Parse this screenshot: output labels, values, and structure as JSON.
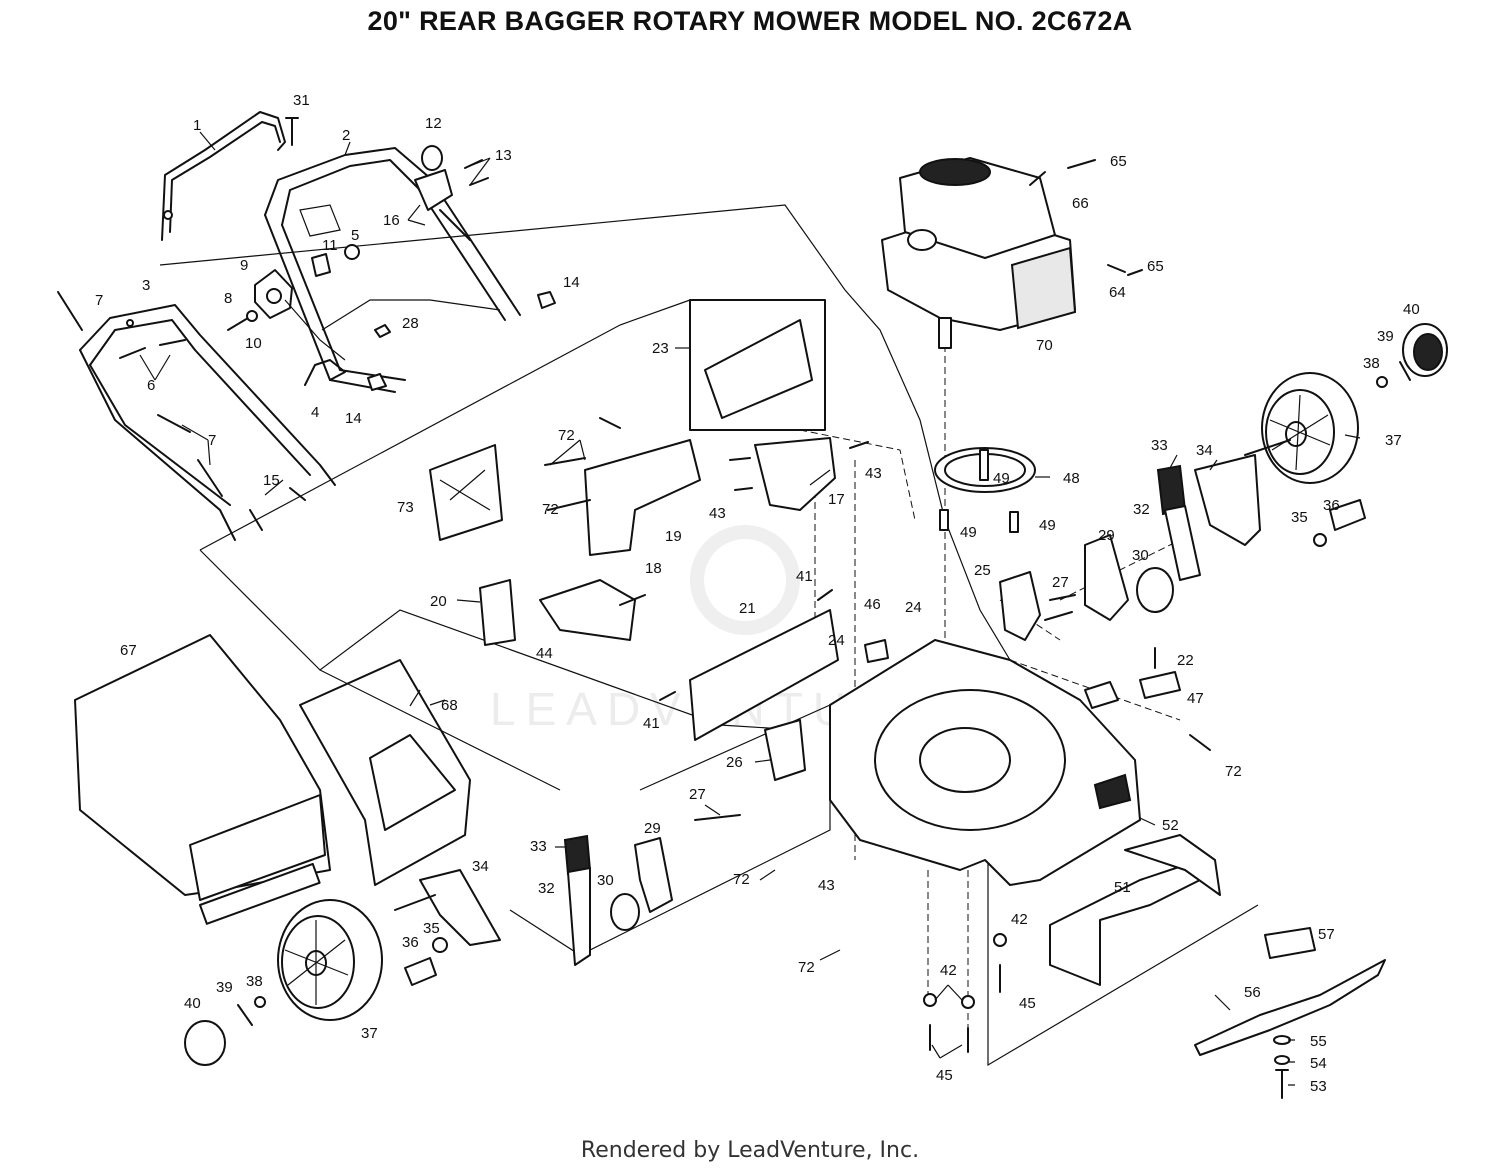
{
  "title": "20\" REAR BAGGER ROTARY MOWER MODEL NO. 2C672A",
  "footer": "Rendered by LeadVenture, Inc.",
  "watermark": "LEADVENTURE",
  "colors": {
    "ink": "#111111",
    "background": "#ffffff",
    "watermark": "#ececec"
  },
  "callouts": [
    {
      "id": "c1",
      "text": "1"
    },
    {
      "id": "c31",
      "text": "31"
    },
    {
      "id": "c2",
      "text": "2"
    },
    {
      "id": "c12",
      "text": "12"
    },
    {
      "id": "c13",
      "text": "13"
    },
    {
      "id": "c16",
      "text": "16"
    },
    {
      "id": "c11",
      "text": "11"
    },
    {
      "id": "c5",
      "text": "5"
    },
    {
      "id": "c7a",
      "text": "7"
    },
    {
      "id": "c3",
      "text": "3"
    },
    {
      "id": "c9",
      "text": "9"
    },
    {
      "id": "c8",
      "text": "8"
    },
    {
      "id": "c10",
      "text": "10"
    },
    {
      "id": "c6",
      "text": "6"
    },
    {
      "id": "c28",
      "text": "28"
    },
    {
      "id": "c14a",
      "text": "14"
    },
    {
      "id": "c4",
      "text": "4"
    },
    {
      "id": "c14b",
      "text": "14"
    },
    {
      "id": "c7b",
      "text": "7"
    },
    {
      "id": "c15",
      "text": "15"
    },
    {
      "id": "c73",
      "text": "73"
    },
    {
      "id": "c72a",
      "text": "72"
    },
    {
      "id": "c72b",
      "text": "72"
    },
    {
      "id": "c19",
      "text": "19"
    },
    {
      "id": "c23",
      "text": "23"
    },
    {
      "id": "c43a",
      "text": "43"
    },
    {
      "id": "c43b",
      "text": "43"
    },
    {
      "id": "c17",
      "text": "17"
    },
    {
      "id": "c65a",
      "text": "65"
    },
    {
      "id": "c66",
      "text": "66"
    },
    {
      "id": "c65b",
      "text": "65"
    },
    {
      "id": "c64",
      "text": "64"
    },
    {
      "id": "c70",
      "text": "70"
    },
    {
      "id": "c40a",
      "text": "40"
    },
    {
      "id": "c39a",
      "text": "39"
    },
    {
      "id": "c38a",
      "text": "38"
    },
    {
      "id": "c37a",
      "text": "37"
    },
    {
      "id": "c48",
      "text": "48"
    },
    {
      "id": "c49a",
      "text": "49"
    },
    {
      "id": "c49b",
      "text": "49"
    },
    {
      "id": "c49c",
      "text": "49"
    },
    {
      "id": "c33a",
      "text": "33"
    },
    {
      "id": "c34a",
      "text": "34"
    },
    {
      "id": "c32a",
      "text": "32"
    },
    {
      "id": "c35a",
      "text": "35"
    },
    {
      "id": "c36a",
      "text": "36"
    },
    {
      "id": "c29a",
      "text": "29"
    },
    {
      "id": "c30a",
      "text": "30"
    },
    {
      "id": "c25",
      "text": "25"
    },
    {
      "id": "c27a",
      "text": "27"
    },
    {
      "id": "c18",
      "text": "18"
    },
    {
      "id": "c20",
      "text": "20"
    },
    {
      "id": "c44",
      "text": "44"
    },
    {
      "id": "c41a",
      "text": "41"
    },
    {
      "id": "c21",
      "text": "21"
    },
    {
      "id": "c46",
      "text": "46"
    },
    {
      "id": "c24a",
      "text": "24"
    },
    {
      "id": "c24b",
      "text": "24"
    },
    {
      "id": "c22",
      "text": "22"
    },
    {
      "id": "c47",
      "text": "47"
    },
    {
      "id": "c67",
      "text": "67"
    },
    {
      "id": "c68",
      "text": "68"
    },
    {
      "id": "c41b",
      "text": "41"
    },
    {
      "id": "c26",
      "text": "26"
    },
    {
      "id": "c72c",
      "text": "72"
    },
    {
      "id": "c27b",
      "text": "27"
    },
    {
      "id": "c52",
      "text": "52"
    },
    {
      "id": "c33b",
      "text": "33"
    },
    {
      "id": "c29b",
      "text": "29"
    },
    {
      "id": "c32b",
      "text": "32"
    },
    {
      "id": "c30b",
      "text": "30"
    },
    {
      "id": "c72d",
      "text": "72"
    },
    {
      "id": "c43c",
      "text": "43"
    },
    {
      "id": "c34b",
      "text": "34"
    },
    {
      "id": "c51",
      "text": "51"
    },
    {
      "id": "c57",
      "text": "57"
    },
    {
      "id": "c36b",
      "text": "36"
    },
    {
      "id": "c35b",
      "text": "35"
    },
    {
      "id": "c42a",
      "text": "42"
    },
    {
      "id": "c72e",
      "text": "72"
    },
    {
      "id": "c42b",
      "text": "42"
    },
    {
      "id": "c45a",
      "text": "45"
    },
    {
      "id": "c56",
      "text": "56"
    },
    {
      "id": "c55",
      "text": "55"
    },
    {
      "id": "c40b",
      "text": "40"
    },
    {
      "id": "c39b",
      "text": "39"
    },
    {
      "id": "c38b",
      "text": "38"
    },
    {
      "id": "c37b",
      "text": "37"
    },
    {
      "id": "c54",
      "text": "54"
    },
    {
      "id": "c53",
      "text": "53"
    },
    {
      "id": "c45b",
      "text": "45"
    }
  ]
}
